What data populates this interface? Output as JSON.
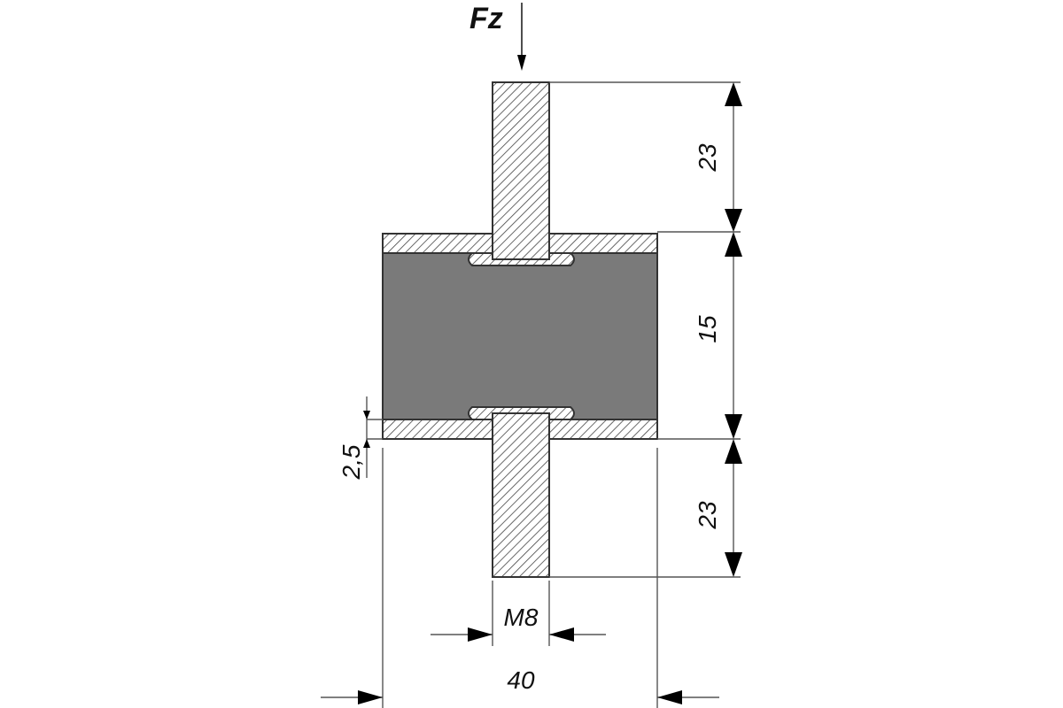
{
  "force_label": "Fz",
  "dimensions": {
    "top_stud_length": "23",
    "body_height": "15",
    "bottom_stud_length": "23",
    "plate_thickness": "2,5",
    "thread": "M8",
    "overall_diameter": "40"
  },
  "colors": {
    "rubber": "#7a7a7a",
    "metal_fill": "#ffffff",
    "hatch": "#444444",
    "line": "#333333"
  }
}
